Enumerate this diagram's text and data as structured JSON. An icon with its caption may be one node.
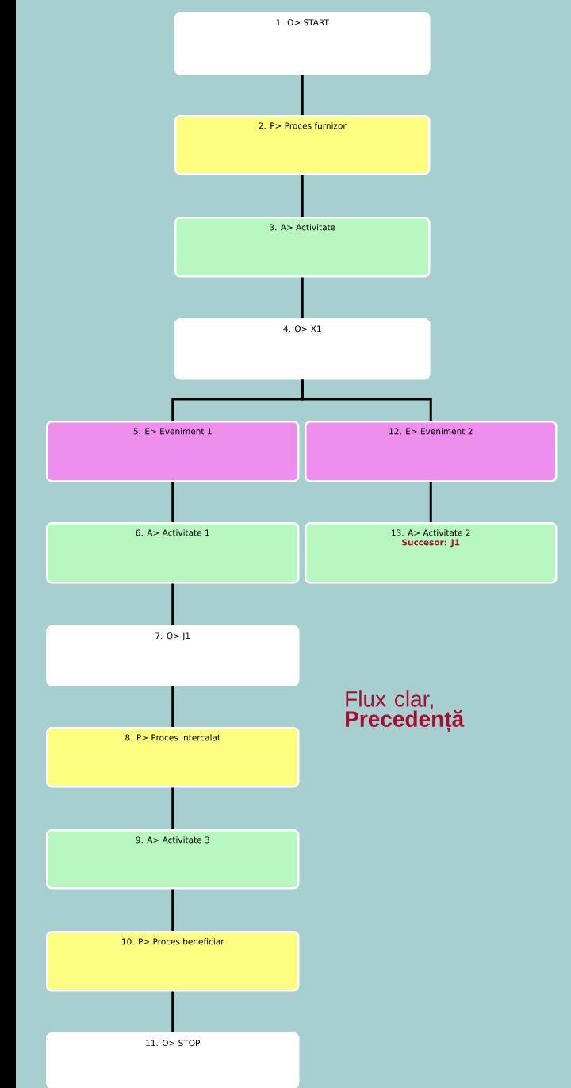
{
  "diagram": {
    "nodes": [
      {
        "text": [
          "1. O> START"
        ]
      },
      {
        "text": [
          "2. P> Proces furnizor"
        ]
      },
      {
        "text": [
          "3. A> Activitate"
        ]
      },
      {
        "text": [
          "4. O> X1"
        ]
      },
      {
        "text": [
          "5. E> Eveniment 1"
        ]
      },
      {
        "text": [
          "6. A> Activitate 1"
        ]
      },
      {
        "text": [
          "7. O> J1"
        ]
      },
      {
        "text": [
          "8. P> Proces intercalat"
        ]
      },
      {
        "text": [
          "9. A> Activitate 3"
        ]
      },
      {
        "text": [
          "10. P> Proces beneficiar"
        ]
      },
      {
        "text": [
          "11. O> STOP"
        ]
      },
      {
        "text": [
          "12. E> Eveniment 2"
        ]
      },
      {
        "text": [
          "13. A> Activitate 2",
          "Succesor: J1"
        ]
      }
    ],
    "edges": [
      {
        "from": 0,
        "to": 1,
        "arrow": "none"
      },
      {
        "from": 1,
        "to": 2,
        "arrow": "none"
      },
      {
        "from": 2,
        "to": 3,
        "arrow": "none"
      },
      {
        "from": 3,
        "to": 4,
        "arrow": "none"
      },
      {
        "from": 3,
        "to": 11,
        "arrow": "none"
      },
      {
        "from": 4,
        "to": 5,
        "arrow": "none"
      },
      {
        "from": 11,
        "to": 12,
        "arrow": "none"
      },
      {
        "from": 5,
        "to": 6,
        "arrow": "none"
      },
      {
        "from": 6,
        "to": 7,
        "arrow": "none"
      },
      {
        "from": 7,
        "to": 8,
        "arrow": "none"
      },
      {
        "from": 8,
        "to": 9,
        "arrow": "none"
      },
      {
        "from": 9,
        "to": 10,
        "arrow": "none"
      }
    ],
    "labels": [
      "Flux clar, **Precedență**"
    ]
  }
}
